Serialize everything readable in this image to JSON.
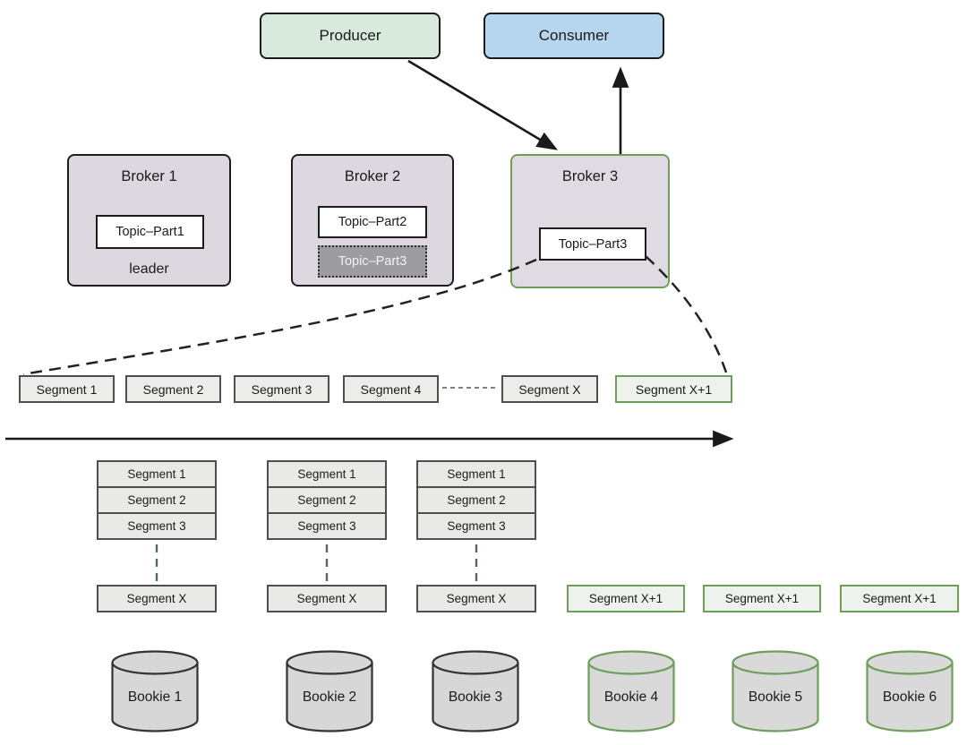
{
  "colors": {
    "producer_fill": "#d8e9dd",
    "consumer_fill": "#b6d6ef",
    "broker_fill": "#ddd7e0",
    "outline_dark": "#1c1c1c",
    "accent_green": "#6d9f5b",
    "segment_fill": "#ececea",
    "segment_outline": "#4f4f4f",
    "new_segment_fill": "#eef2ec",
    "replica_part_fill": "#9d9ca0",
    "cylinder_fill": "#d7d7d7"
  },
  "clients": {
    "producer_label": "Producer",
    "consumer_label": "Consumer"
  },
  "brokers": [
    {
      "title": "Broker 1",
      "parts": [
        {
          "label": "Topic–Part1"
        }
      ],
      "footer": "leader"
    },
    {
      "title": "Broker 2",
      "parts": [
        {
          "label": "Topic–Part2"
        },
        {
          "label": "Topic–Part3"
        }
      ]
    },
    {
      "title": "Broker 3",
      "parts": [
        {
          "label": "Topic–Part3"
        }
      ]
    }
  ],
  "segment_timeline": {
    "segments": [
      "Segment 1",
      "Segment 2",
      "Segment 3",
      "Segment 4",
      "Segment X",
      "Segment X+1"
    ]
  },
  "bookie_stacks": [
    {
      "rows": [
        "Segment 1",
        "Segment 2",
        "Segment 3"
      ],
      "tail": "Segment X"
    },
    {
      "rows": [
        "Segment 1",
        "Segment 2",
        "Segment 3"
      ],
      "tail": "Segment X"
    },
    {
      "rows": [
        "Segment 1",
        "Segment 2",
        "Segment 3"
      ],
      "tail": "Segment X"
    }
  ],
  "new_segments": [
    "Segment X+1",
    "Segment X+1",
    "Segment X+1"
  ],
  "bookies": [
    {
      "label": "Bookie 1"
    },
    {
      "label": "Bookie 2"
    },
    {
      "label": "Bookie 3"
    },
    {
      "label": "Bookie 4"
    },
    {
      "label": "Bookie 5"
    },
    {
      "label": "Bookie 6"
    }
  ]
}
